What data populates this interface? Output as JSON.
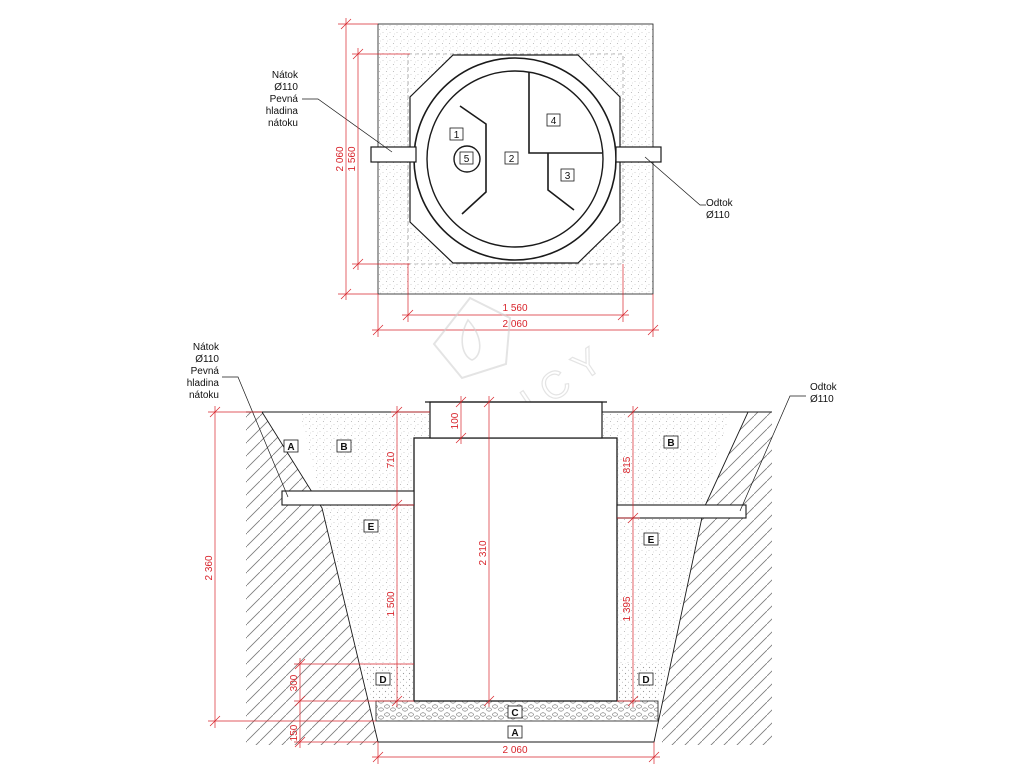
{
  "colors": {
    "line": "#1a1a1a",
    "dimension": "#d8242b",
    "sand": "#cfcfcf",
    "hatch": "#7a7a7a",
    "watermark": "#bdbdbd"
  },
  "watermark": {
    "text": "TRICY"
  },
  "plan_view": {
    "inlet": {
      "line1": "Nátok",
      "line2": "Ø110",
      "line3": "Pevná",
      "line4": "hladina",
      "line5": "nátoku"
    },
    "outlet": {
      "line1": "Odtok",
      "line2": "Ø110"
    },
    "chambers": {
      "c1": "1",
      "c2": "2",
      "c3": "3",
      "c4": "4",
      "c5": "5"
    },
    "dimensions": {
      "outer_width": "2 060",
      "inner_width": "1 560",
      "outer_height": "2 060",
      "inner_height": "1 560"
    }
  },
  "section_view": {
    "inlet": {
      "line1": "Nátok",
      "line2": "Ø110",
      "line3": "Pevná",
      "line4": "hladina",
      "line5": "nátoku"
    },
    "outlet": {
      "line1": "Odtok",
      "line2": "Ø110"
    },
    "layers": {
      "a_left": "A",
      "a_bottom": "A",
      "b_left": "B",
      "b_right": "B",
      "c": "C",
      "d_left": "D",
      "d_right": "D",
      "e_left": "E",
      "e_right": "E"
    },
    "dimensions": {
      "total_depth": "2 360",
      "cover": "100",
      "top_left": "710",
      "top_right": "815",
      "tank_height": "2 310",
      "lower_left": "1 500",
      "lower_right": "1 395",
      "layer_d": "300",
      "layer_c": "150",
      "bottom_width": "2 060"
    }
  }
}
